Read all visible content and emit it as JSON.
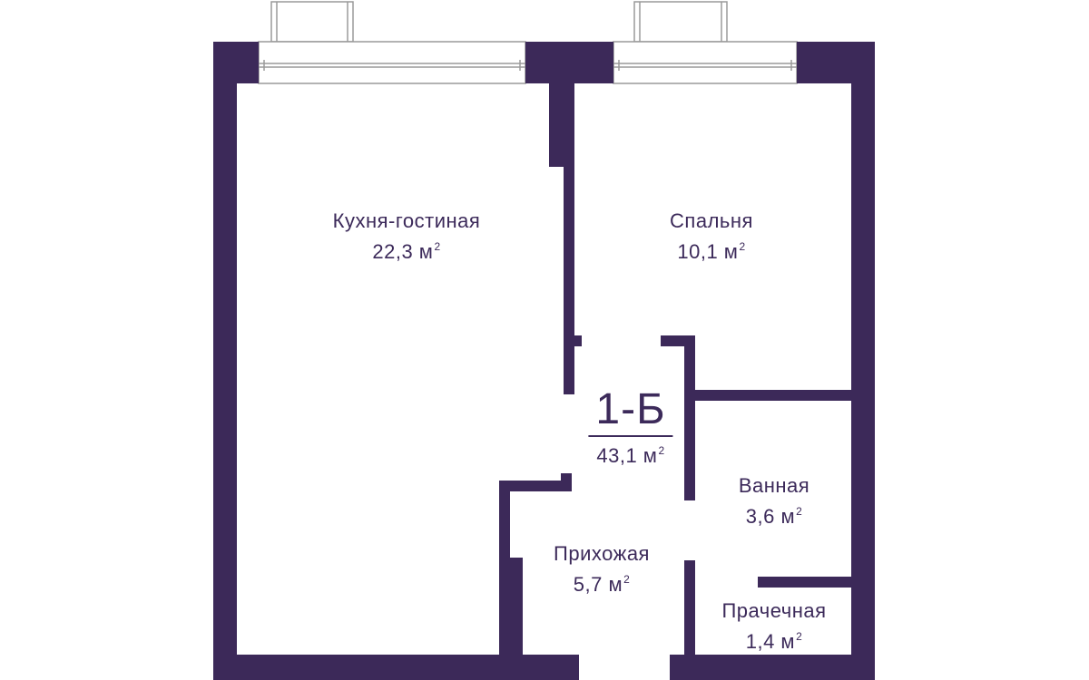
{
  "colors": {
    "wall": "#3c2959",
    "text": "#3c2a5a",
    "window_frame": "#9a9a9a"
  },
  "apartment": {
    "code": "1-Б",
    "total_area": "43,1 м",
    "area_sup": "2"
  },
  "rooms": [
    {
      "id": "kitchen",
      "name": "Кухня-гостиная",
      "area": "22,3 м",
      "sup": "2"
    },
    {
      "id": "bedroom",
      "name": "Спальня",
      "area": "10,1 м",
      "sup": "2"
    },
    {
      "id": "bathroom",
      "name": "Ванная",
      "area": "3,6 м",
      "sup": "2"
    },
    {
      "id": "hallway",
      "name": "Прихожая",
      "area": "5,7 м",
      "sup": "2"
    },
    {
      "id": "laundry",
      "name": "Прачечная",
      "area": "1,4 м",
      "sup": "2"
    }
  ]
}
